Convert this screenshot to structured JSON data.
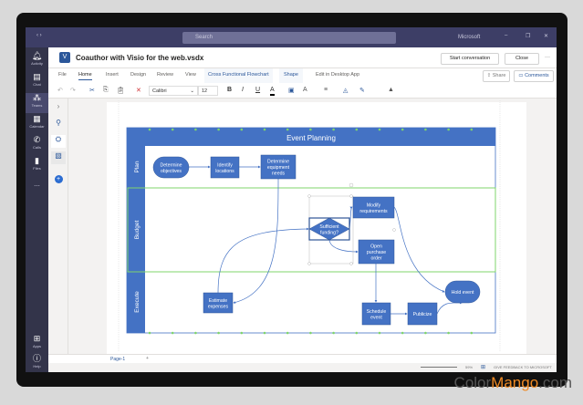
{
  "topbar": {
    "search_placeholder": "Search",
    "account": "Microsoft"
  },
  "rail": [
    {
      "label": "Activity",
      "icon": "bell"
    },
    {
      "label": "Chat",
      "icon": "chat"
    },
    {
      "label": "Teams",
      "icon": "teams"
    },
    {
      "label": "Calendar",
      "icon": "calendar"
    },
    {
      "label": "Calls",
      "icon": "phone"
    },
    {
      "label": "Files",
      "icon": "file"
    },
    {
      "label": "...",
      "icon": "more"
    }
  ],
  "rail_bottom": [
    {
      "label": "Apps",
      "icon": "apps"
    },
    {
      "label": "Help",
      "icon": "help"
    }
  ],
  "header": {
    "title": "Coauthor with Visio for the web.vsdx",
    "start_conversation": "Start conversation",
    "close": "Close",
    "more": "···"
  },
  "tabs": [
    "File",
    "Home",
    "Insert",
    "Design",
    "Review",
    "View",
    "Cross Functional Flowchart",
    "Shape"
  ],
  "edit_desktop": "Edit in Desktop App",
  "share": "Share",
  "comments": "Comments",
  "toolbar": {
    "font": "Calibri",
    "size": "12"
  },
  "diagram": {
    "title": "Event Planning",
    "lanes": [
      "Plan",
      "Budget",
      "Execute"
    ],
    "shapes": {
      "determine_objectives": [
        "Determine",
        "objectives"
      ],
      "identify_locations": [
        "Identify",
        "locations"
      ],
      "determine_equipment": [
        "Determine",
        "equipment",
        "needs"
      ],
      "sufficient_funding": [
        "Sufficient",
        "funding?"
      ],
      "modify_requirements": [
        "Modify",
        "requirements"
      ],
      "open_purchase_order": [
        "Open",
        "purchase",
        "order"
      ],
      "estimate_expenses": [
        "Estimate",
        "expenses"
      ],
      "schedule_event": [
        "Schedule",
        "event"
      ],
      "publicize": [
        "Publicize"
      ],
      "hold_event": [
        "Hold event"
      ]
    },
    "colors": {
      "fill": "#4472c4",
      "title": "#4472c4",
      "selection": "#7fd46b"
    }
  },
  "pagebar": {
    "page": "Page-1",
    "add": "+"
  },
  "status": {
    "zoom": "59%",
    "feedback": "GIVE FEEDBACK TO MICROSOFT"
  },
  "watermark": {
    "a": "Color",
    "b": "Mango",
    ".com": ".com"
  }
}
